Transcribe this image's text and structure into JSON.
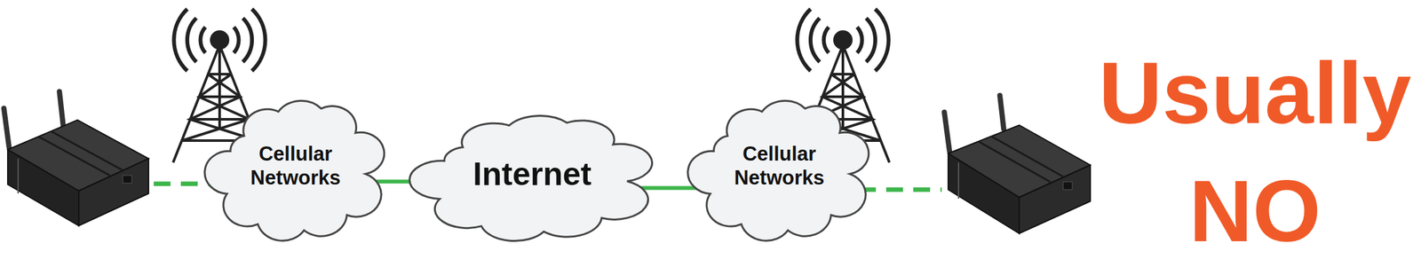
{
  "diagram": {
    "nodes": [
      {
        "text": [
          "Cellular Networks"
        ]
      },
      {
        "text": [
          "Internet"
        ]
      },
      {
        "text": [
          "Cellular Networks"
        ]
      }
    ],
    "edges": [
      {
        "from": 0,
        "to": 1,
        "arrow": "none"
      },
      {
        "from": 1,
        "to": 2,
        "arrow": "none"
      }
    ],
    "labels": [
      "Usually",
      "NO"
    ]
  }
}
